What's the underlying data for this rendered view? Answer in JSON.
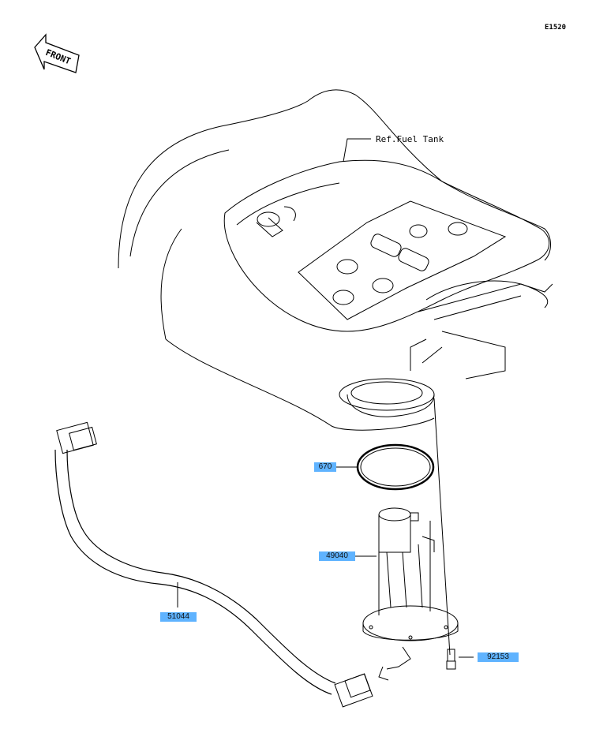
{
  "diagram": {
    "code": "E1520",
    "front_label": "FRONT",
    "ref_label": "Ref.Fuel Tank",
    "accent_color": "#5fb3ff"
  },
  "parts": [
    {
      "id": "gasket",
      "code": "670"
    },
    {
      "id": "fuel-pump",
      "code": "49040"
    },
    {
      "id": "fuel-hose",
      "code": "51044"
    },
    {
      "id": "bolt",
      "code": "92153"
    }
  ]
}
